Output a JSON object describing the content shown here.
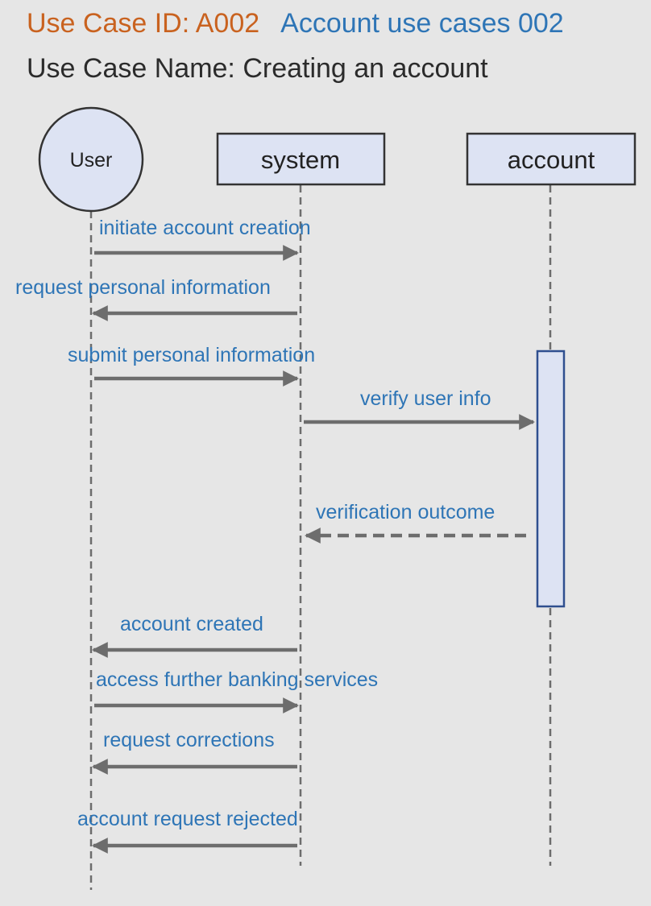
{
  "header": {
    "use_case_id": "Use Case ID: A002",
    "use_case_description": "Account use cases 002",
    "use_case_name": "Use Case Name: Creating an account"
  },
  "participants": {
    "user": "User",
    "system": "system",
    "account": "account"
  },
  "messages": [
    {
      "from": "user",
      "to": "system",
      "label": "initiate account creation",
      "style": "solid"
    },
    {
      "from": "system",
      "to": "user",
      "label": "request personal information",
      "style": "solid"
    },
    {
      "from": "user",
      "to": "system",
      "label": "submit personal information",
      "style": "solid"
    },
    {
      "from": "system",
      "to": "account",
      "label": "verify user info",
      "style": "solid"
    },
    {
      "from": "account",
      "to": "system",
      "label": "verification outcome",
      "style": "dashed"
    },
    {
      "from": "system",
      "to": "user",
      "label": "account created",
      "style": "solid"
    },
    {
      "from": "user",
      "to": "system",
      "label": "access further banking services",
      "style": "solid"
    },
    {
      "from": "system",
      "to": "user",
      "label": "request corrections",
      "style": "solid"
    },
    {
      "from": "system",
      "to": "user",
      "label": "account request rejected",
      "style": "solid"
    }
  ],
  "colors": {
    "background": "#e6e6e6",
    "participant_fill": "#dde3f3",
    "activation_border": "#2f4f8f",
    "arrow": "#6d6d6d",
    "label_text": "#2e75b6",
    "use_case_id_text": "#c9621f"
  }
}
